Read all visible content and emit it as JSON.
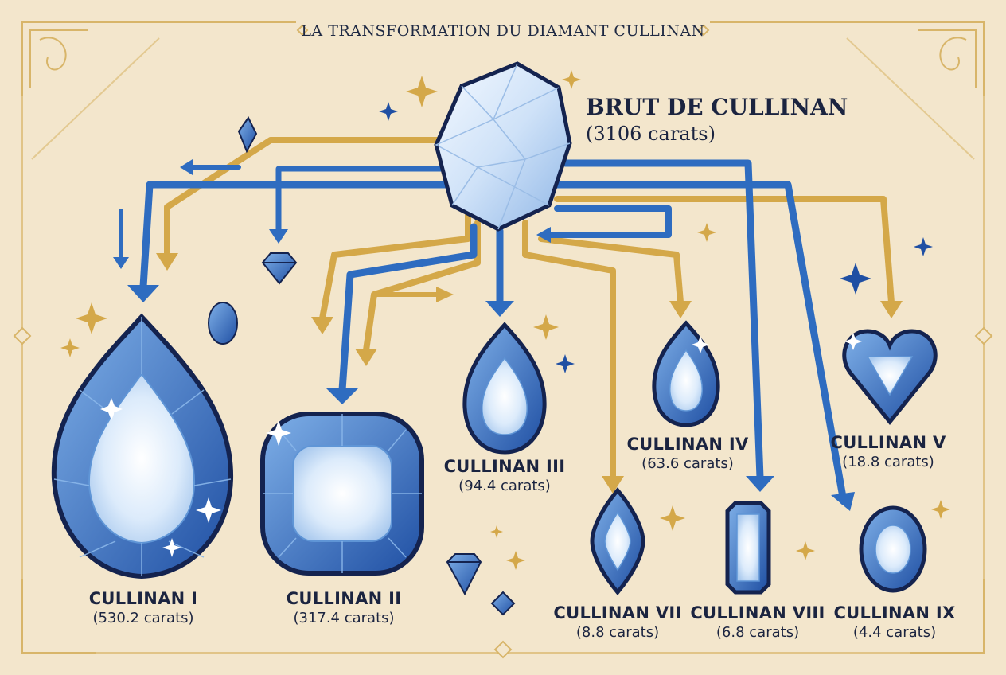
{
  "title": "LA TRANSFORMATION DU DIAMANT CULLINAN",
  "rough": {
    "name": "BRUT DE CULLINAN",
    "carats": "(3106 carats)"
  },
  "stones": [
    {
      "name": "CULLINAN I",
      "carats": "(530.2 carats)",
      "shape": "pear"
    },
    {
      "name": "CULLINAN II",
      "carats": "(317.4 carats)",
      "shape": "cushion"
    },
    {
      "name": "CULLINAN III",
      "carats": "(94.4 carats)",
      "shape": "pear"
    },
    {
      "name": "CULLINAN IV",
      "carats": "(63.6 carats)",
      "shape": "pear"
    },
    {
      "name": "CULLINAN V",
      "carats": "(18.8 carats)",
      "shape": "heart"
    },
    {
      "name": "CULLINAN VII",
      "carats": "(8.8 carats)",
      "shape": "marquise"
    },
    {
      "name": "CULLINAN VIII",
      "carats": "(6.8 carats)",
      "shape": "emerald-cut"
    },
    {
      "name": "CULLINAN IX",
      "carats": "(4.4 carats)",
      "shape": "oval"
    }
  ],
  "colors": {
    "background": "#f3e6cc",
    "gold": "#d4a849",
    "blue": "#2e6cc0",
    "navy": "#14234f",
    "text": "#1b2440"
  }
}
